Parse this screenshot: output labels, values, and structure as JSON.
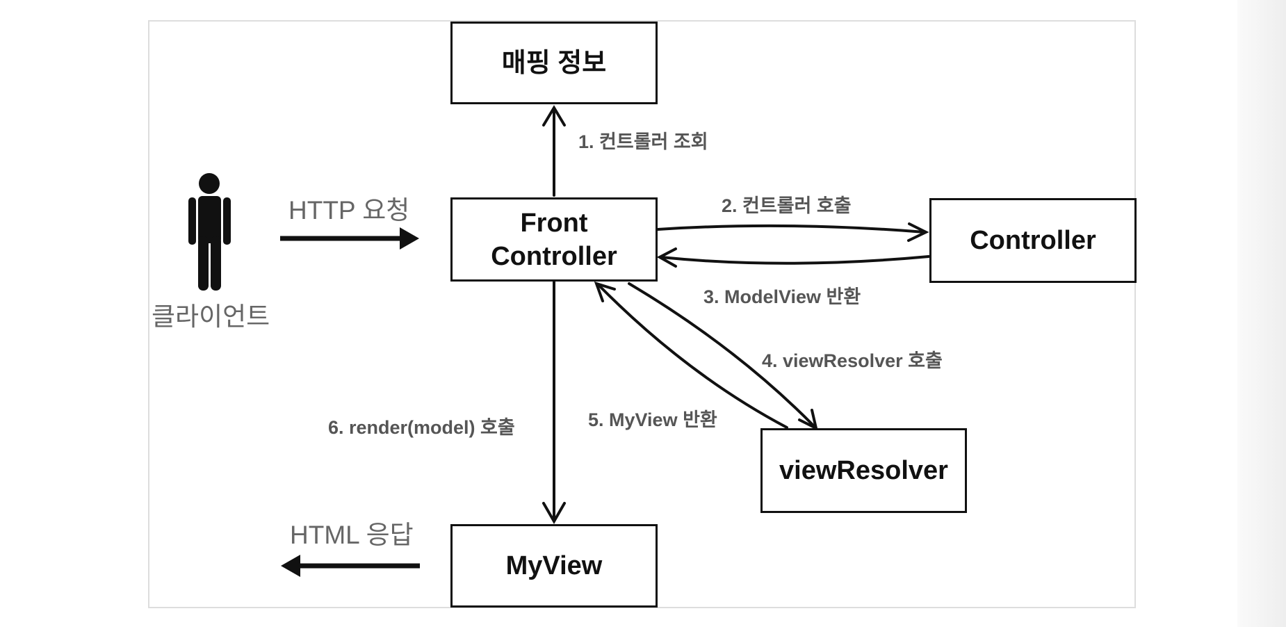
{
  "boxes": {
    "mapping_info": "매핑 정보",
    "front_controller": "Front\nController",
    "controller": "Controller",
    "view_resolver": "viewResolver",
    "my_view": "MyView"
  },
  "actor": {
    "label": "클라이언트",
    "icon": "person-icon"
  },
  "steps": {
    "s1": "1. 컨트롤러 조회",
    "s2": "2. 컨트롤러 호출",
    "s3": "3. ModelView 반환",
    "s4": "4. viewResolver 호출",
    "s5": "5. MyView 반환",
    "s6": "6. render(model) 호출"
  },
  "http": {
    "request": "HTTP 요청",
    "response": "HTML 응답"
  },
  "colors": {
    "stroke": "#111111",
    "label": "#555555",
    "plain_label": "#666666",
    "frame": "#dddddd"
  }
}
